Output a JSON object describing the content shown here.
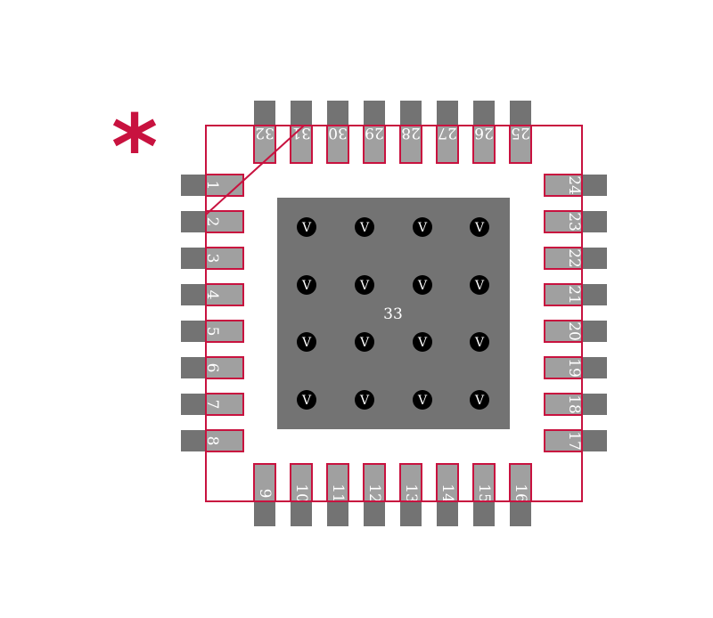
{
  "footprint": {
    "pin1_marker": "*",
    "center_pad_label": "33",
    "via_label": "V",
    "via_rows": 4,
    "via_cols": 4,
    "left_pins": [
      "1",
      "2",
      "3",
      "4",
      "5",
      "6",
      "7",
      "8"
    ],
    "bottom_pins": [
      "9",
      "10",
      "11",
      "12",
      "13",
      "14",
      "15",
      "16"
    ],
    "right_pins": [
      "17",
      "18",
      "19",
      "20",
      "21",
      "22",
      "23",
      "24"
    ],
    "top_pins": [
      "25",
      "26",
      "27",
      "28",
      "29",
      "30",
      "31",
      "32"
    ],
    "colors": {
      "outline": "#c8123f",
      "pad_dark": "#737373",
      "pad_light": "#a0a0a0",
      "via": "#000000",
      "text": "#ffffff"
    }
  }
}
